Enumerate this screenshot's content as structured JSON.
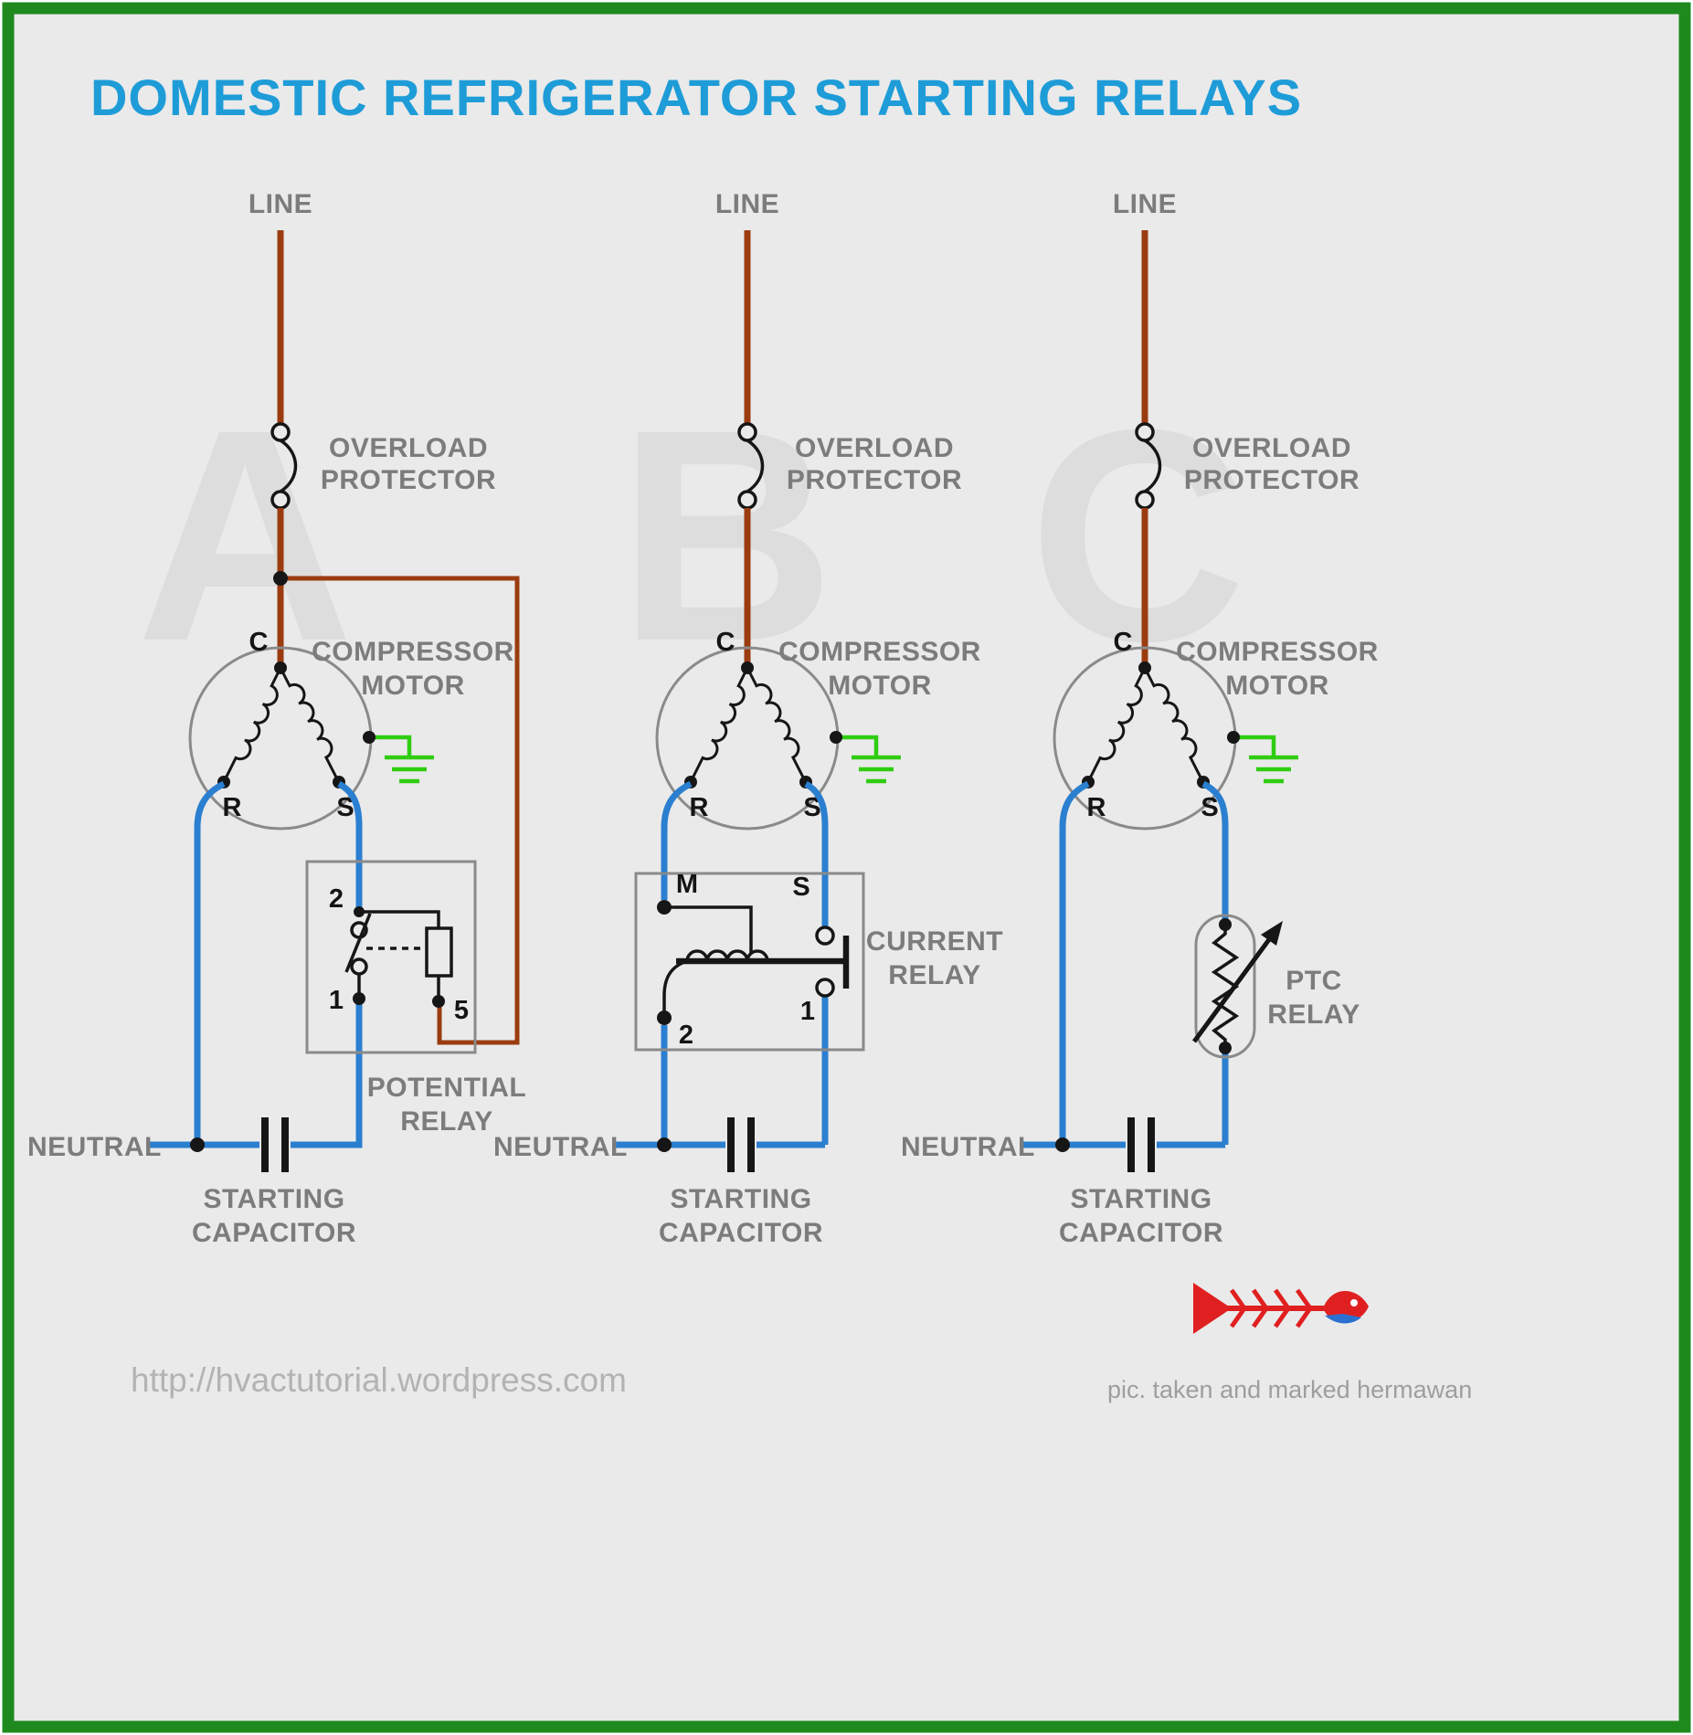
{
  "title": "DOMESTIC REFRIGERATOR STARTING RELAYS",
  "colors": {
    "frame_green": "#1e8a1e",
    "background": "#eaeaea",
    "title_blue": "#1e9cd8",
    "line_wire_brown": "#9a3c10",
    "neutral_wire_blue": "#2b7fd0",
    "ground_green": "#2fcc10",
    "label_gray": "#7c7c7c",
    "watermark_gray": "#dddddd",
    "symbol_black": "#161616",
    "logo_red": "#e02020"
  },
  "circuits": [
    {
      "watermark": "A",
      "line_label": "LINE",
      "overload": [
        "OVERLOAD",
        "PROTECTOR"
      ],
      "motor": [
        "COMPRESSOR",
        "MOTOR"
      ],
      "motor_terminals": {
        "c": "C",
        "r": "R",
        "s": "S"
      },
      "relay_name": [
        "POTENTIAL",
        "RELAY"
      ],
      "relay_terminals": {
        "two": "2",
        "one": "1",
        "five": "5"
      },
      "neutral_label": "NEUTRAL",
      "capacitor_label": [
        "STARTING",
        "CAPACITOR"
      ]
    },
    {
      "watermark": "B",
      "line_label": "LINE",
      "overload": [
        "OVERLOAD",
        "PROTECTOR"
      ],
      "motor": [
        "COMPRESSOR",
        "MOTOR"
      ],
      "motor_terminals": {
        "c": "C",
        "r": "R",
        "s": "S"
      },
      "relay_name": [
        "CURRENT",
        "RELAY"
      ],
      "relay_terminals": {
        "m": "M",
        "s": "S",
        "one": "1",
        "two": "2"
      },
      "neutral_label": "NEUTRAL",
      "capacitor_label": [
        "STARTING",
        "CAPACITOR"
      ]
    },
    {
      "watermark": "C",
      "line_label": "LINE",
      "overload": [
        "OVERLOAD",
        "PROTECTOR"
      ],
      "motor": [
        "COMPRESSOR",
        "MOTOR"
      ],
      "motor_terminals": {
        "c": "C",
        "r": "R",
        "s": "S"
      },
      "relay_name": [
        "PTC",
        "RELAY"
      ],
      "neutral_label": "NEUTRAL",
      "capacitor_label": [
        "STARTING",
        "CAPACITOR"
      ]
    }
  ],
  "footer": {
    "url": "http://hvactutorial.wordpress.com",
    "credit": "pic. taken and marked hermawan"
  }
}
